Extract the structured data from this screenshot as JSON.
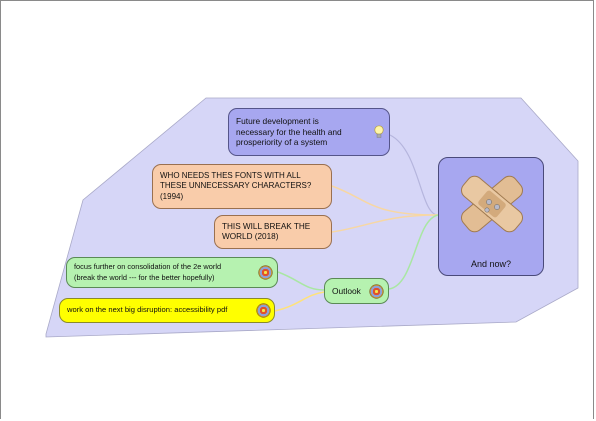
{
  "central_topic": {
    "label": "And now?",
    "icon": "bandage-icon"
  },
  "branches": [
    {
      "id": "future",
      "text": "Future development is\nnecessary for the health and\nprosperiority of a system",
      "icon": "lightbulb-icon",
      "fill": "#a7a7f0"
    },
    {
      "id": "fonts",
      "text": "WHO NEEDS THES FONTS WITH ALL\nTHESE UNNECESSARY CHARACTERS?\n(1994)",
      "fill": "#f9ccaa"
    },
    {
      "id": "break",
      "text": "THIS WILL BREAK THE\nWORLD (2018)",
      "fill": "#f9ccaa"
    },
    {
      "id": "outlook",
      "text": "Outlook",
      "icon": "target-icon",
      "fill": "#b6f2b0",
      "children": [
        {
          "id": "consolidation",
          "text": "focus further on consolidation of the 2e world\n(break the world --- for the better hopefully)",
          "icon": "target-icon",
          "fill": "#b6f2b0"
        },
        {
          "id": "accessibility",
          "text": "work on the next big disruption: accessibility pdf",
          "icon": "target-icon",
          "fill": "#ffff00"
        }
      ]
    }
  ],
  "colors": {
    "group_background": "#d6d6f7",
    "group_border": "#a9a9c8",
    "connector_future": "#b5b5dd",
    "connector_orange": "#f7d7a3",
    "connector_green": "#a9e7a3",
    "connector_yellow": "#ffe27a"
  }
}
